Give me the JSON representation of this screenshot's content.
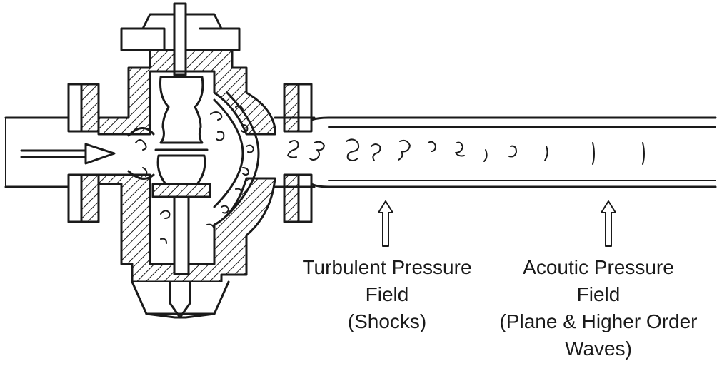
{
  "labels": {
    "turbulent": {
      "line1": "Turbulent Pressure",
      "line2": "Field",
      "line3": "(Shocks)"
    },
    "acoustic": {
      "line1": "Acoutic Pressure",
      "line2": "Field",
      "line3": "(Plane & Higher Order",
      "line4": "Waves)"
    }
  },
  "colors": {
    "ink": "#1a1a1a",
    "paper": "#ffffff"
  }
}
